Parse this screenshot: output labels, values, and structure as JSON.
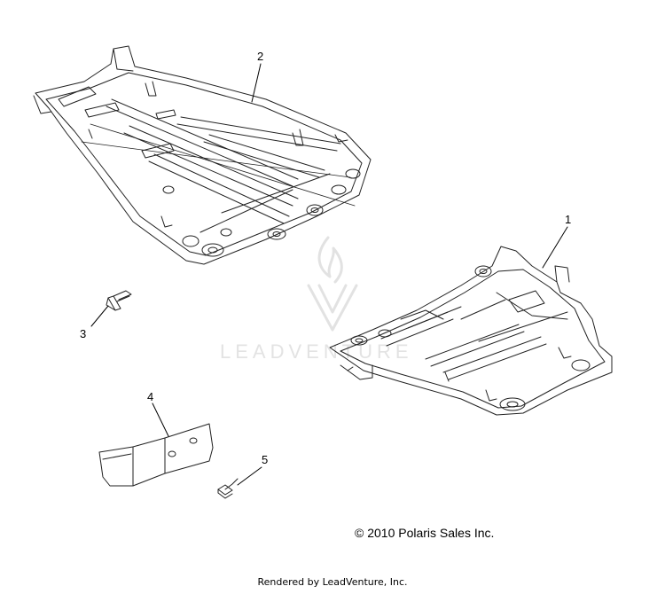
{
  "diagram": {
    "callouts": [
      "1",
      "2",
      "3",
      "4",
      "5"
    ]
  },
  "copyright": "© 2010 Polaris Sales Inc.",
  "footer": "Rendered by LeadVenture, Inc.",
  "watermark": "LEADVENTURE"
}
